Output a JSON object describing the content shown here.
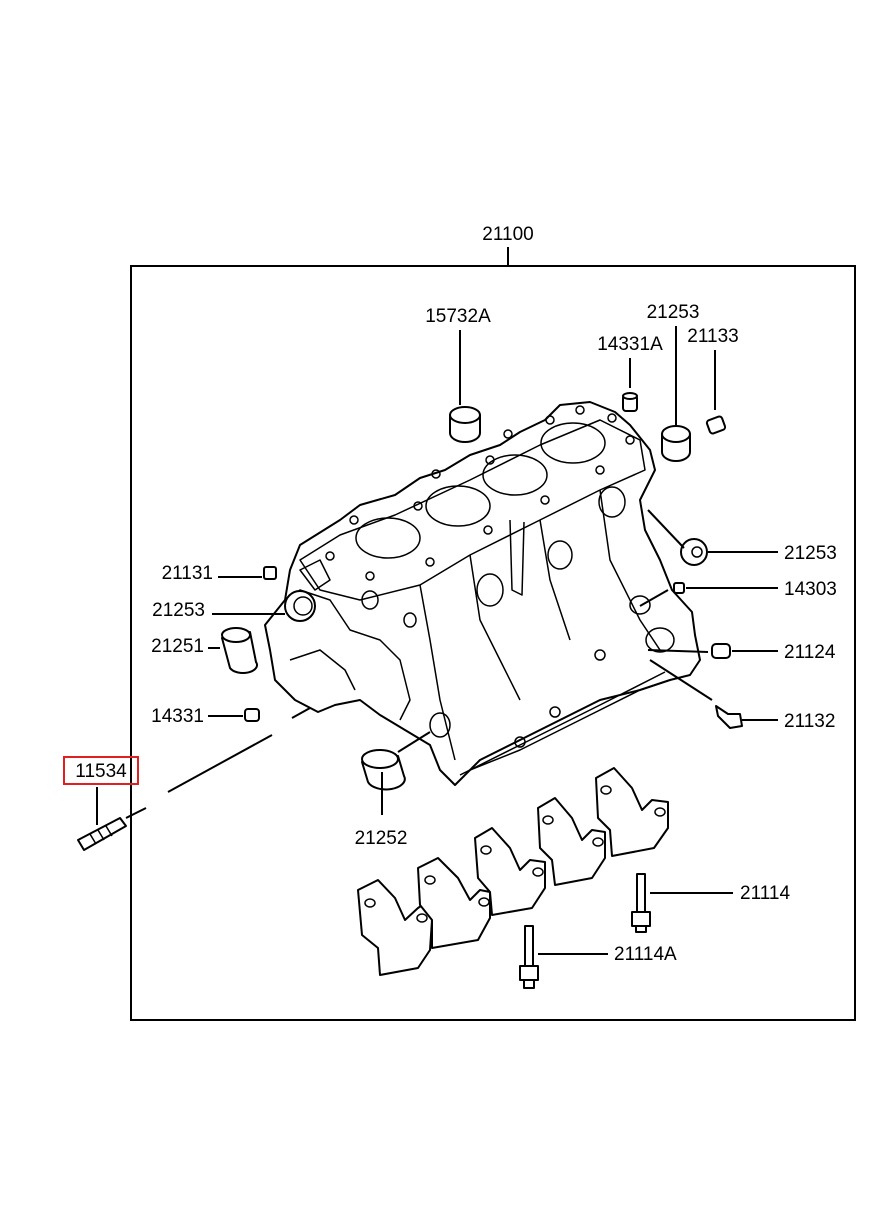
{
  "diagram": {
    "assembly_label": "21100",
    "highlight_color": "#e02020",
    "parts": [
      {
        "id": "15732A",
        "label": "15732A"
      },
      {
        "id": "14331A",
        "label": "14331A"
      },
      {
        "id": "21253-top",
        "label": "21253"
      },
      {
        "id": "21133",
        "label": "21133"
      },
      {
        "id": "21253-right",
        "label": "21253"
      },
      {
        "id": "14303",
        "label": "14303"
      },
      {
        "id": "21124",
        "label": "21124"
      },
      {
        "id": "21132",
        "label": "21132"
      },
      {
        "id": "21131",
        "label": "21131"
      },
      {
        "id": "21253-left",
        "label": "21253"
      },
      {
        "id": "21251",
        "label": "21251"
      },
      {
        "id": "14331",
        "label": "14331"
      },
      {
        "id": "11534",
        "label": "11534",
        "highlighted": true
      },
      {
        "id": "21252",
        "label": "21252"
      },
      {
        "id": "21114",
        "label": "21114"
      },
      {
        "id": "21114A",
        "label": "21114A"
      }
    ]
  }
}
